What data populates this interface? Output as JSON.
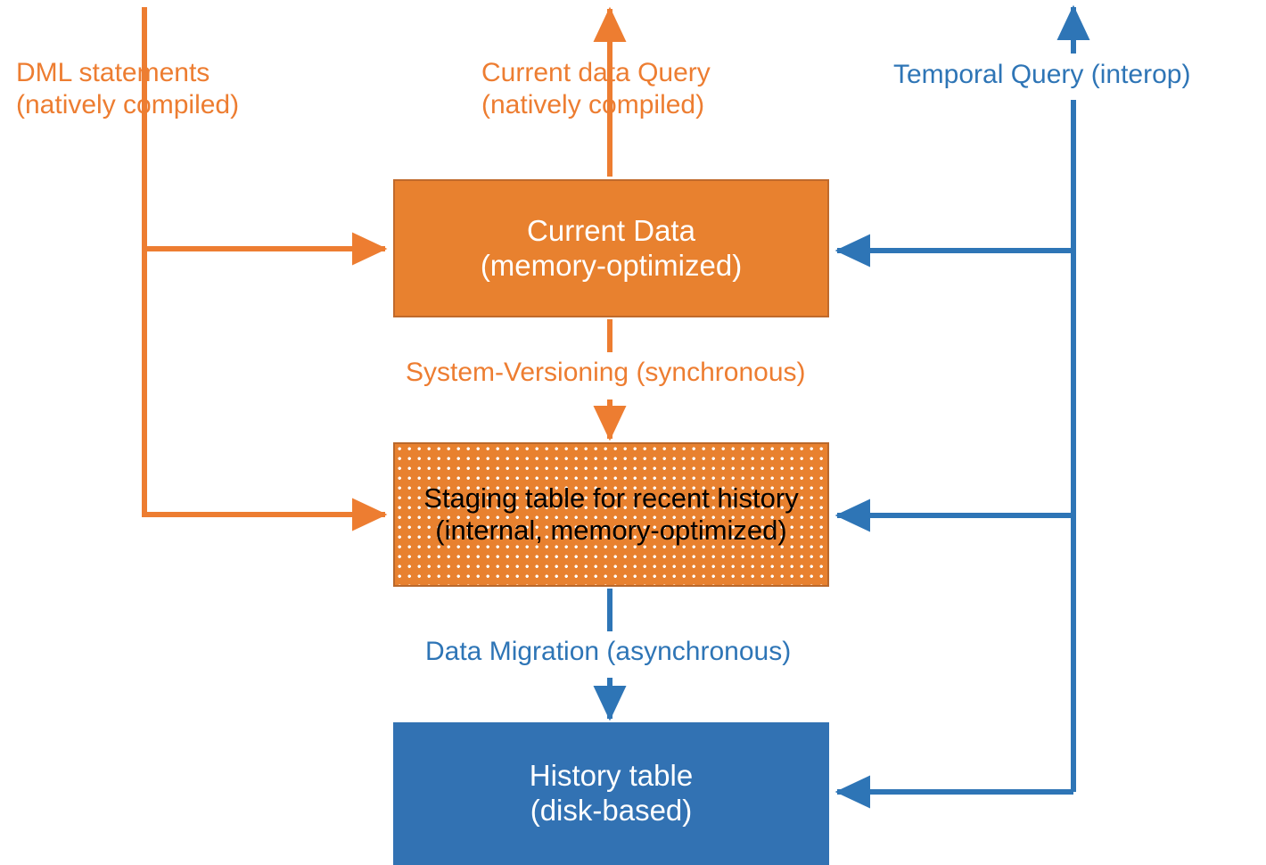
{
  "diagram": {
    "title": "Temporal tables with memory-optimized current data, staging table and disk-based history",
    "colors": {
      "orange_fill": "#E8812F",
      "orange_line": "#ED7D31",
      "orange_border": "#C06A2C",
      "blue_fill": "#3272B3",
      "blue_line": "#2E75B6",
      "text_on_orange": "#FFFFFF",
      "text_on_staging": "#000000",
      "text_on_blue": "#FFFFFF",
      "background": "#FFFFFF"
    },
    "nodes": [
      {
        "id": "current-data",
        "label": "Current Data\n(memory-optimized)",
        "fill": "#E8812F",
        "text_color": "#FFFFFF",
        "pattern": "solid"
      },
      {
        "id": "staging-table",
        "label": "Staging table for recent history\n(internal, memory-optimized)",
        "fill": "#E8812F",
        "text_color": "#000000",
        "pattern": "dotted"
      },
      {
        "id": "history-table",
        "label": "History table\n(disk-based)",
        "fill": "#3272B3",
        "text_color": "#FFFFFF",
        "pattern": "solid"
      }
    ],
    "labels": [
      {
        "id": "dml-statements",
        "text": "DML statements\n(natively compiled)",
        "color": "#ED7D31"
      },
      {
        "id": "current-data-query",
        "text": "Current data Query\n(natively compiled)",
        "color": "#ED7D31"
      },
      {
        "id": "temporal-query",
        "text": "Temporal Query (interop)",
        "color": "#2E75B6"
      },
      {
        "id": "system-versioning",
        "text": "System-Versioning (synchronous)",
        "color": "#ED7D31"
      },
      {
        "id": "data-migration",
        "text": "Data  Migration (asynchronous)",
        "color": "#2E75B6"
      }
    ],
    "connectors": [
      {
        "id": "dml-to-current-data",
        "from": "DML statements",
        "to": "Current Data",
        "color": "#ED7D31",
        "direction": "right"
      },
      {
        "id": "dml-to-staging",
        "from": "DML statements",
        "to": "Staging table for recent history",
        "color": "#ED7D31",
        "direction": "right"
      },
      {
        "id": "current-data-query-out",
        "from": "Current Data",
        "to": "Current data Query",
        "color": "#ED7D31",
        "direction": "up"
      },
      {
        "id": "current-data-to-staging",
        "from": "Current Data",
        "to": "Staging table for recent history",
        "color": "#ED7D31",
        "direction": "down"
      },
      {
        "id": "staging-to-history",
        "from": "Staging table for recent history",
        "to": "History table",
        "color": "#2E75B6",
        "direction": "down"
      },
      {
        "id": "temporal-to-current-data",
        "from": "Temporal Query (interop)",
        "to": "Current Data",
        "color": "#2E75B6",
        "direction": "left"
      },
      {
        "id": "temporal-to-staging",
        "from": "Temporal Query (interop)",
        "to": "Staging table for recent history",
        "color": "#2E75B6",
        "direction": "left"
      },
      {
        "id": "temporal-to-history",
        "from": "Temporal Query (interop)",
        "to": "History table",
        "color": "#2E75B6",
        "direction": "left"
      }
    ]
  }
}
